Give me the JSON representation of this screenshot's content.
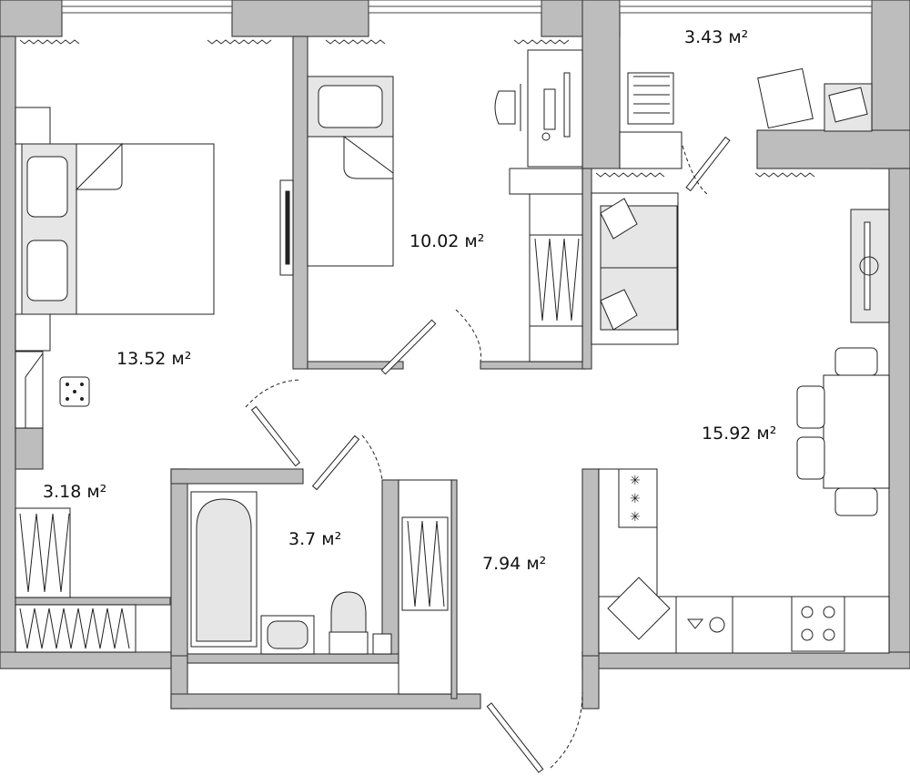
{
  "rooms": [
    {
      "id": "bedroom",
      "area": "13.52 м²"
    },
    {
      "id": "childroom",
      "area": "10.02 м²"
    },
    {
      "id": "balcony",
      "area": "3.43 м²"
    },
    {
      "id": "kitchen_living",
      "area": "15.92 м²"
    },
    {
      "id": "wardrobe",
      "area": "3.18 м²"
    },
    {
      "id": "bathroom",
      "area": "3.7 м²"
    },
    {
      "id": "hallway",
      "area": "7.94 м²"
    }
  ],
  "colors": {
    "wall": "#bdbdbd",
    "wall_stroke": "#444444",
    "furniture_fill": "#e6e6e6",
    "line": "#222222"
  }
}
